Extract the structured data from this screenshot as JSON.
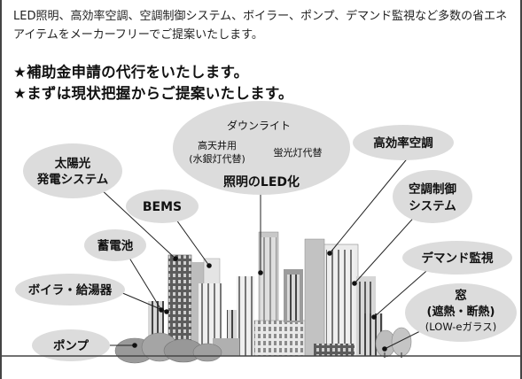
{
  "intro_text": "LED照明、高効率空調、空調制御システム、ボイラー、ポンプ、デマンド監視など多数の省エネアイテムをメーカーフリーでご提案いたします。",
  "headline_1": "★補助金申請の代行をいたします。",
  "headline_2": "★まずは現状把握からご提案いたします。",
  "lighting": {
    "downlight": "ダウンライト",
    "high_ceiling_line1": "高天井用",
    "high_ceiling_line2": "(水銀灯代替)",
    "fluorescent": "蛍光灯代替",
    "title": "照明のLED化"
  },
  "labels": {
    "solar_line1": "太陽光",
    "solar_line2": "発電システム",
    "bems": "BEMS",
    "battery": "蓄電池",
    "boiler": "ボイラ・給湯器",
    "pump": "ポンプ",
    "hvac": "高効率空調",
    "ac_control_line1": "空調制御",
    "ac_control_line2": "システム",
    "demand": "デマンド監視",
    "window_line1": "窓",
    "window_line2": "(遮熱・断熱)",
    "window_line3": "(LOW-eガラス)"
  },
  "colors": {
    "bubble": "#dcdcdc",
    "building_light": "#e6e6e6",
    "building_mid": "#b4b4b4",
    "building_dark": "#6e6e6e",
    "tree": "#9a9a9a"
  }
}
